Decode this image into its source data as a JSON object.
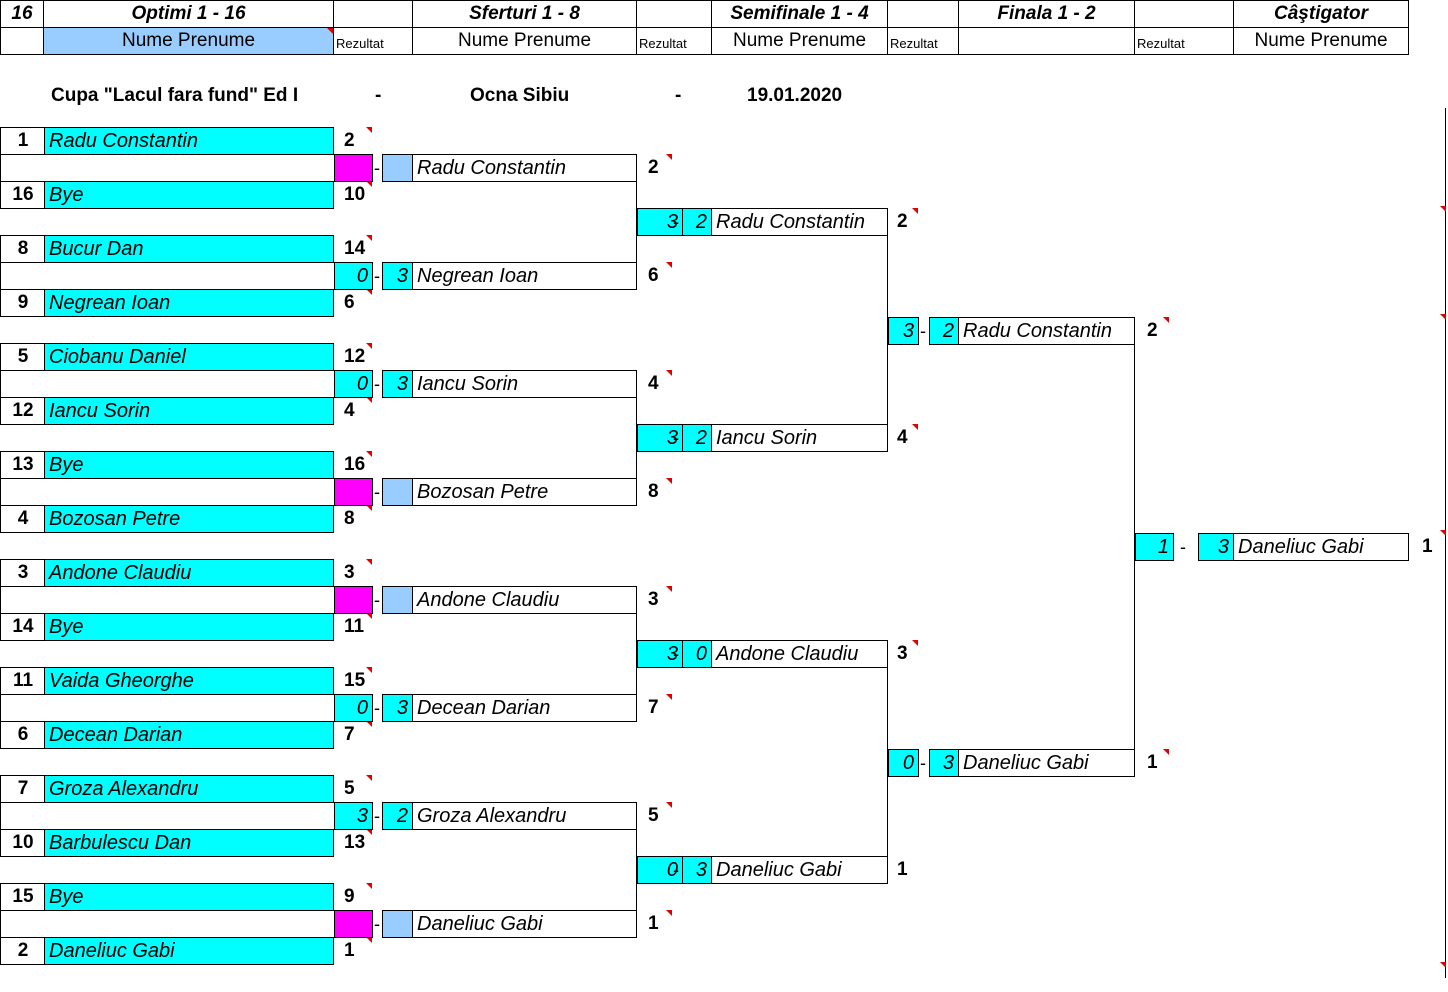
{
  "header": {
    "count": "16",
    "rounds": [
      "Optimi 1 - 16",
      "Sferturi 1 - 8",
      "Semifinale 1 - 4",
      "Finala 1 - 2",
      "Câştigator"
    ],
    "name_label": "Nume Prenume",
    "result_label": "Rezultat"
  },
  "title": {
    "cup": "Cupa \"Lacul fara fund\" Ed I",
    "sep": "-",
    "place": "Ocna Sibiu",
    "date": "19.01.2020"
  },
  "colors": {
    "cyan": "#00ffff",
    "magenta": "#ff00ff",
    "lightblue": "#99ccff",
    "marker": "#e00000"
  },
  "round16": [
    {
      "seed": "1",
      "name": "Radu Constantin",
      "result": "2"
    },
    {
      "seed": "16",
      "name": "Bye",
      "result": "10"
    },
    {
      "seed": "8",
      "name": "Bucur Dan",
      "result": "14"
    },
    {
      "seed": "9",
      "name": "Negrean Ioan",
      "result": "6"
    },
    {
      "seed": "5",
      "name": "Ciobanu Daniel",
      "result": "12"
    },
    {
      "seed": "12",
      "name": "Iancu Sorin",
      "result": "4"
    },
    {
      "seed": "13",
      "name": "Bye",
      "result": "16"
    },
    {
      "seed": "4",
      "name": "Bozosan Petre",
      "result": "8"
    },
    {
      "seed": "3",
      "name": "Andone Claudiu",
      "result": "3"
    },
    {
      "seed": "14",
      "name": "Bye",
      "result": "11"
    },
    {
      "seed": "11",
      "name": "Vaida Gheorghe",
      "result": "15"
    },
    {
      "seed": "6",
      "name": "Decean Darian",
      "result": "7"
    },
    {
      "seed": "7",
      "name": "Groza Alexandru",
      "result": "5"
    },
    {
      "seed": "10",
      "name": "Barbulescu Dan",
      "result": "13"
    },
    {
      "seed": "15",
      "name": "Bye",
      "result": "9"
    },
    {
      "seed": "2",
      "name": "Daneliuc Gabi",
      "result": "1"
    }
  ],
  "quarters": [
    {
      "s1": "",
      "s2": "",
      "bye": true,
      "name": "Radu Constantin",
      "result": "2"
    },
    {
      "s1": "0",
      "s2": "3",
      "bye": false,
      "name": "Negrean Ioan",
      "result": "6"
    },
    {
      "s1": "0",
      "s2": "3",
      "bye": false,
      "name": "Iancu Sorin",
      "result": "4"
    },
    {
      "s1": "",
      "s2": "",
      "bye": true,
      "name": "Bozosan Petre",
      "result": "8"
    },
    {
      "s1": "",
      "s2": "",
      "bye": true,
      "name": "Andone Claudiu",
      "result": "3"
    },
    {
      "s1": "0",
      "s2": "3",
      "bye": false,
      "name": "Decean Darian",
      "result": "7"
    },
    {
      "s1": "3",
      "s2": "2",
      "bye": false,
      "name": "Groza Alexandru",
      "result": "5"
    },
    {
      "s1": "",
      "s2": "",
      "bye": true,
      "name": "Daneliuc Gabi",
      "result": "1"
    }
  ],
  "semis": [
    {
      "s1": "3",
      "s2": "2",
      "name": "Radu Constantin",
      "result": "2"
    },
    {
      "s1": "3",
      "s2": "2",
      "name": "Iancu Sorin",
      "result": "4"
    },
    {
      "s1": "3",
      "s2": "0",
      "name": "Andone Claudiu",
      "result": "3"
    },
    {
      "s1": "0",
      "s2": "3",
      "name": "Daneliuc Gabi",
      "result": "1"
    }
  ],
  "final": [
    {
      "s1": "3",
      "s2": "2",
      "name": "Radu Constantin",
      "result": "2"
    },
    {
      "s1": "0",
      "s2": "3",
      "name": "Daneliuc Gabi",
      "result": "1"
    }
  ],
  "winner": {
    "s1": "1",
    "s2": "3",
    "name": "Daneliuc Gabi",
    "result": "1"
  }
}
